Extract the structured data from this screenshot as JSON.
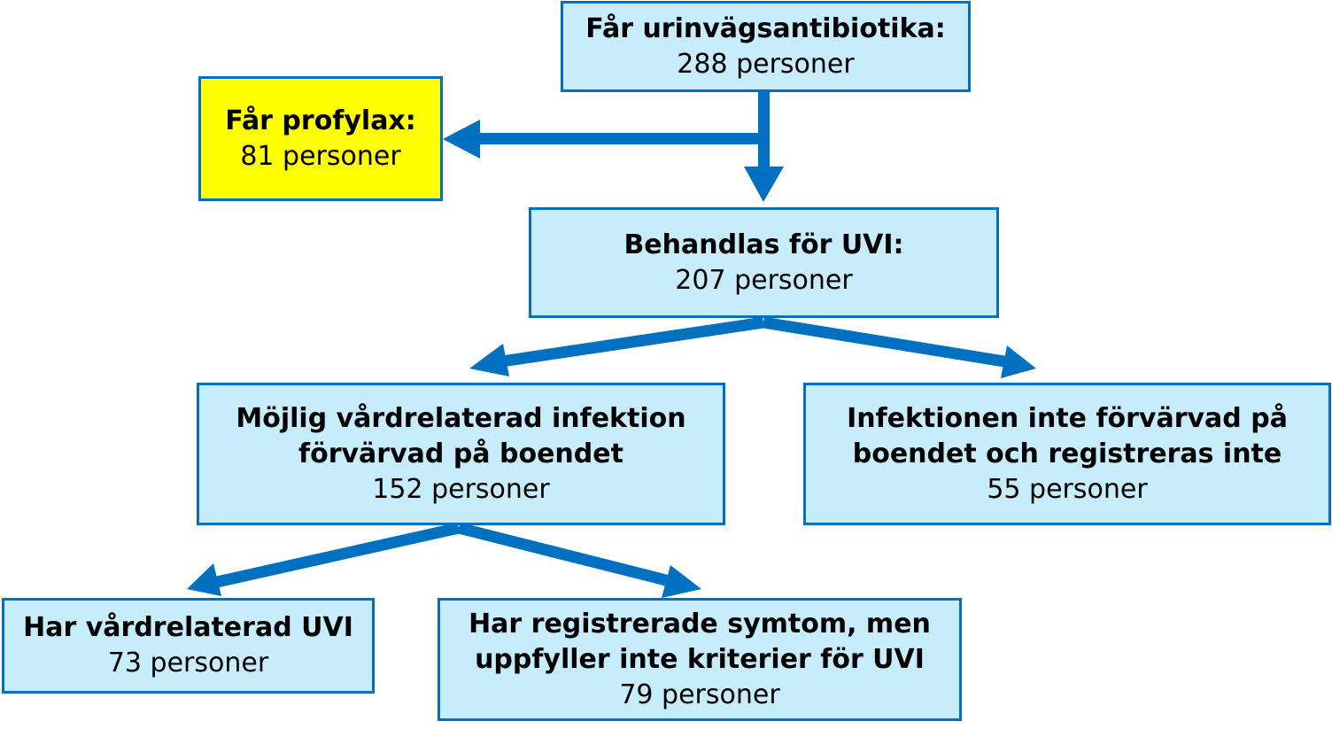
{
  "colors": {
    "box_fill": "#c7ecfb",
    "box_border": "#0070c0",
    "highlight_fill": "#ffff00",
    "arrow": "#0070c0"
  },
  "nodes": {
    "antibiotics": {
      "title": "Får urinvägsantibiotika:",
      "count": "288 personer"
    },
    "prophylaxis": {
      "title": "Får profylax:",
      "count": "81 personer"
    },
    "treated_uti": {
      "title": "Behandlas för UVI:",
      "count": "207 personer"
    },
    "possible_hai": {
      "title_line1": "Möjlig vårdrelaterad infektion",
      "title_line2": "förvärvad på boendet",
      "count": "152 personer"
    },
    "not_acquired": {
      "title_line1": "Infektionen inte förvärvad på",
      "title_line2": "boendet och registreras inte",
      "count": "55 personer"
    },
    "hai_uti": {
      "title": "Har vårdrelaterad UVI",
      "count": "73 personer"
    },
    "symptoms_only": {
      "title_line1": "Har registrerade symtom, men",
      "title_line2": "uppfyller inte kriterier för UVI",
      "count": "79 personer"
    }
  }
}
